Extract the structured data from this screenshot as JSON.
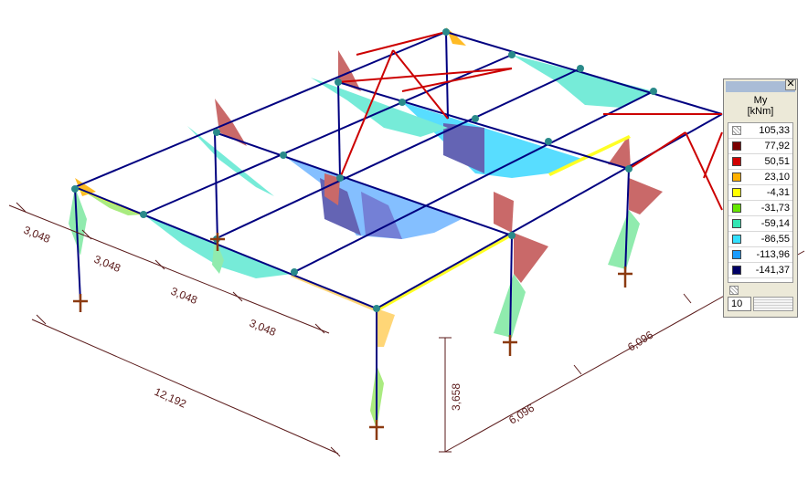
{
  "dimensions": {
    "bay_1": "3,048",
    "bay_2": "3,048",
    "bay_3": "3,048",
    "bay_4": "3,048",
    "total_length": "12,192",
    "column_height": "3,658",
    "width_front": "6,096",
    "width_back": "6,096"
  },
  "legend": {
    "quantity": "My",
    "unit": "[kNm]",
    "close_symbol": "✕",
    "levels": [
      {
        "value": "105,33",
        "color": "#ffffff",
        "hatched": true
      },
      {
        "value": "77,92",
        "color": "#7a0000"
      },
      {
        "value": "50,51",
        "color": "#d00000"
      },
      {
        "value": "23,10",
        "color": "#ffb000"
      },
      {
        "value": "-4,31",
        "color": "#ffff00"
      },
      {
        "value": "-31,73",
        "color": "#66e600"
      },
      {
        "value": "-59,14",
        "color": "#33e6b3"
      },
      {
        "value": "-86,55",
        "color": "#33e0ff"
      },
      {
        "value": "-113,96",
        "color": "#1a9cff"
      },
      {
        "value": "-141,37",
        "color": "#000066"
      }
    ],
    "bottom_hatched": true,
    "steps": "10"
  },
  "colors": {
    "member": "#000080",
    "bracing": "#cc0000",
    "support": "#8b3a10",
    "node": "#2a8a8a",
    "dimension": "#5a1a1a"
  }
}
